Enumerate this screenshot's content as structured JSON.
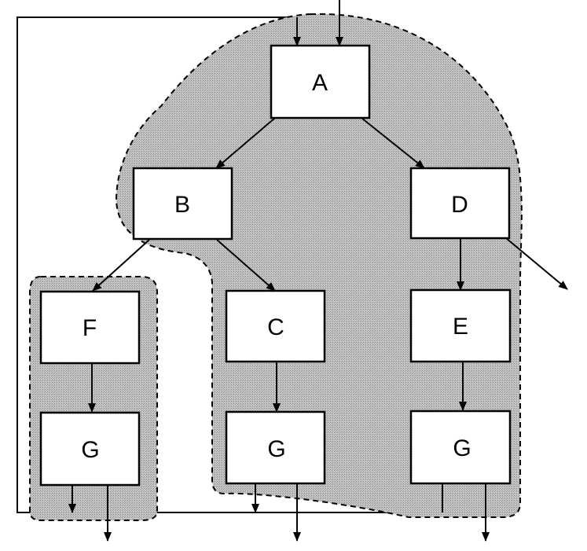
{
  "diagram": {
    "nodes": [
      {
        "id": "A",
        "label": "A"
      },
      {
        "id": "B",
        "label": "B"
      },
      {
        "id": "D",
        "label": "D"
      },
      {
        "id": "F",
        "label": "F"
      },
      {
        "id": "C",
        "label": "C"
      },
      {
        "id": "E",
        "label": "E"
      },
      {
        "id": "G1",
        "label": "G"
      },
      {
        "id": "G2",
        "label": "G"
      },
      {
        "id": "G3",
        "label": "G"
      }
    ],
    "edges": [
      [
        "A",
        "B"
      ],
      [
        "A",
        "D"
      ],
      [
        "B",
        "F"
      ],
      [
        "B",
        "C"
      ],
      [
        "D",
        "E"
      ],
      [
        "F",
        "G1"
      ],
      [
        "C",
        "G2"
      ],
      [
        "E",
        "G3"
      ]
    ]
  }
}
